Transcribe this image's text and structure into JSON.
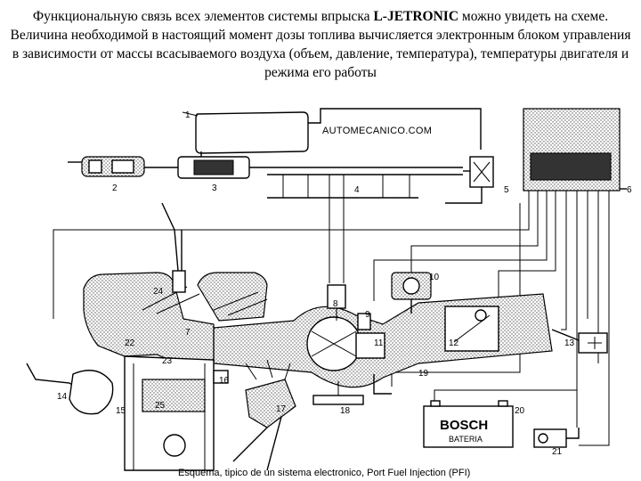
{
  "intro": {
    "before": "Функциональную связь всех элементов системы впрыска ",
    "bold": "L-JETRONIC",
    "after": " можно увидеть на схеме.  Величина необходимой в настоящий момент дозы топлива вычисляется электронным блоком управления в зависимости от массы всасываемого воздуха (объем, давление, температура), температуры двигателя и режима его работы"
  },
  "diagram": {
    "watermark": "AUTOMECANICO.COM",
    "caption": "Esquema, tipico de un sistema electronico, Port Fuel Injection (PFI)",
    "battery_brand": "BOSCH",
    "battery_label": "BATERIA",
    "labels": {
      "n1": "1",
      "n2": "2",
      "n3": "3",
      "n4": "4",
      "n5": "5",
      "n6": "6",
      "n7": "7",
      "n8": "8",
      "n9": "9",
      "n10": "10",
      "n11": "11",
      "n12": "12",
      "n13": "13",
      "n14": "14",
      "n15": "15",
      "n16": "16",
      "n17": "17",
      "n18": "18",
      "n19": "19",
      "n20": "20",
      "n21": "21",
      "n22": "22",
      "n23": "23",
      "n24": "24",
      "n25": "25"
    }
  }
}
